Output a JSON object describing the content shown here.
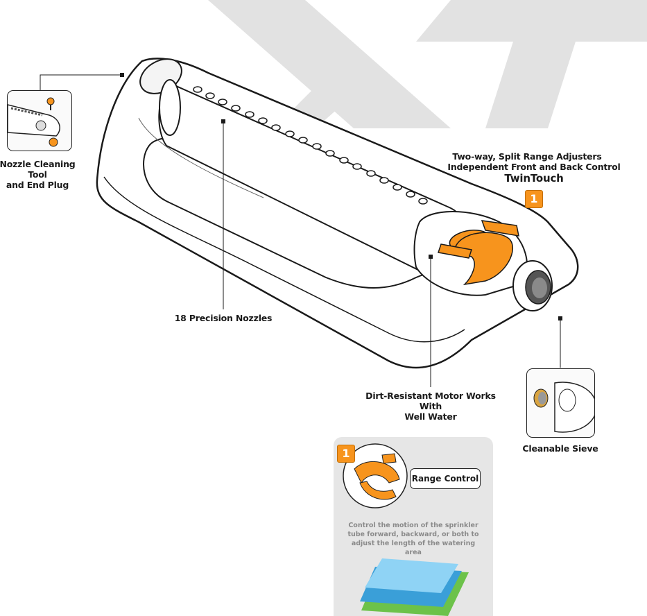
{
  "product": {
    "nozzle_tool_label": "Nozzle Cleaning Tool\nand End Plug",
    "nozzles_label": "18 Precision Nozzles",
    "adjusters_line1": "Two-way, Split Range Adjusters",
    "adjusters_line2": "Independent Front and Back Control",
    "adjusters_brand": "TwinTouch",
    "badge_number": "1",
    "motor_label": "Dirt-Resistant Motor Works With\nWell Water",
    "sieve_label": "Cleanable Sieve"
  },
  "detail_panel": {
    "badge_number": "1",
    "title": "Range Control",
    "description": "Control the motion of the sprinkler tube forward, backward, or both to adjust the length of the watering area"
  },
  "colors": {
    "accent_orange": "#f7941d",
    "watermark_gray": "#e2e2e2",
    "water_blue": "#4db8ec",
    "grass_green": "#6cc24a"
  }
}
